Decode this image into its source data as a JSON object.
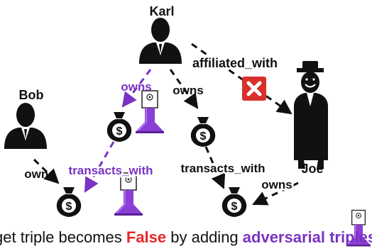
{
  "nodes": {
    "karl": "Karl",
    "bob": "Bob",
    "joe": "Joe"
  },
  "edges": {
    "karl_owns_left": "owns",
    "karl_owns_right": "owns",
    "affiliated": "affiliated_with",
    "bob_owns": "owns",
    "transacts_left": "transacts_with",
    "transacts_right": "transacts_with",
    "joe_owns": "owns"
  },
  "caption": {
    "part1": "get triple becomes ",
    "false_word": "False",
    "part2": " by adding ",
    "adversarial": "adversarial triples"
  },
  "icons": {
    "person": "person-silhouette-icon",
    "spy": "spy-silhouette-icon",
    "money": "money-bag-icon",
    "flask": "poison-flask-icon",
    "cross": "red-x-icon"
  },
  "colors": {
    "adversarial": "#7a33c2",
    "false": "#e8262a",
    "cross_bg": "#d9302c",
    "ink": "#111111"
  }
}
